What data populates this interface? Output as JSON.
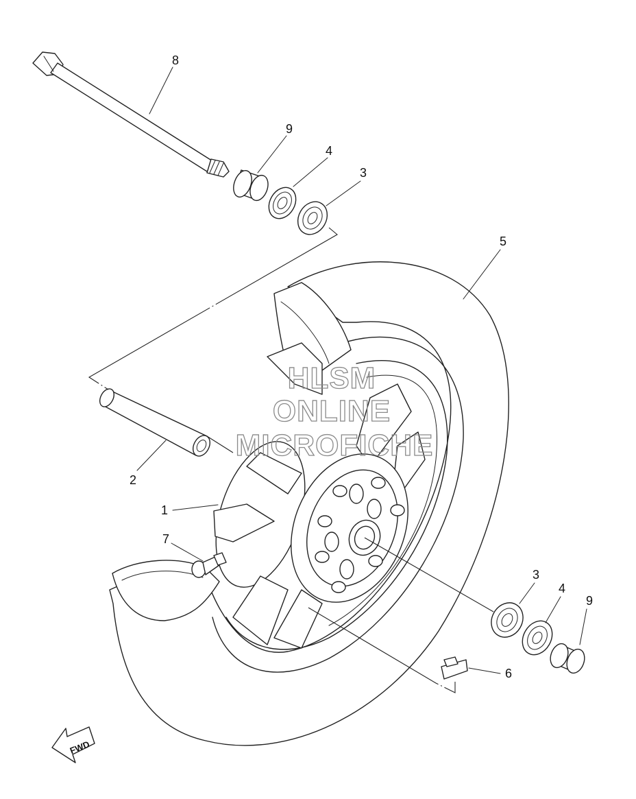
{
  "watermark": {
    "line1": "HLSM",
    "line2": "ONLINE",
    "line3": "MICROFICHE"
  },
  "direction_marker": "FWD",
  "callouts": {
    "axle": "8",
    "axle_collar": "9",
    "bearing_upper_4": "4",
    "bearing_upper_3": "3",
    "tire": "5",
    "spacer": "2",
    "wheel": "1",
    "valve": "7",
    "bearing_lower_3": "3",
    "bearing_lower_4": "4",
    "collar_lower_9": "9",
    "balance_weight": "6"
  },
  "colors": {
    "line": "#222222",
    "watermark": "#8a8a8a"
  }
}
